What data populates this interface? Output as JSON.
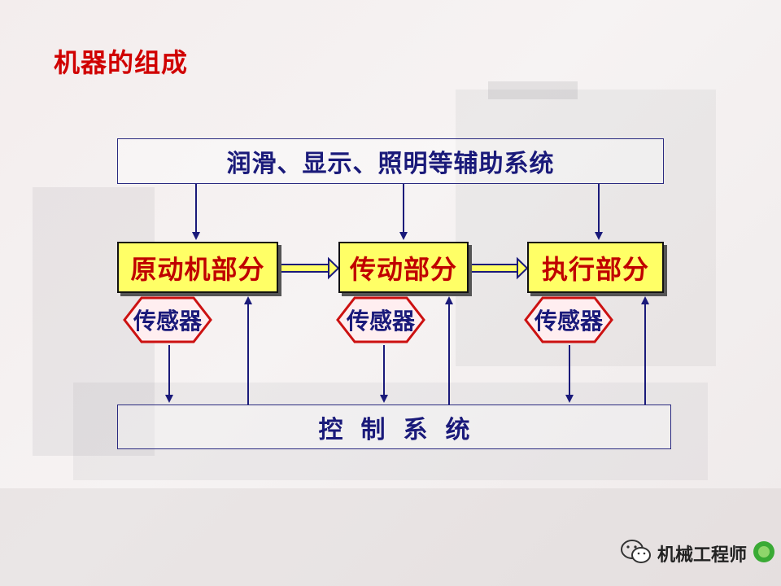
{
  "slide": {
    "title": "机器的组成",
    "aux_system": "润滑、显示、照明等辅助系统",
    "parts": [
      {
        "label": "原动机部分"
      },
      {
        "label": "传动部分"
      },
      {
        "label": "执行部分"
      }
    ],
    "sensors": [
      {
        "label": "传感器"
      },
      {
        "label": "传感器"
      },
      {
        "label": "传感器"
      }
    ],
    "control_system": "控制系统"
  },
  "watermark": {
    "text": "机械工程师",
    "icon": "wechat-icon"
  },
  "colors": {
    "title": "#d00000",
    "part_fill": "#ffff66",
    "part_text": "#c00000",
    "text_blue": "#1a1a7a",
    "sensor_fill": "#ffeef0",
    "sensor_border": "#cc1111",
    "arrow": "#1a1a7a"
  }
}
